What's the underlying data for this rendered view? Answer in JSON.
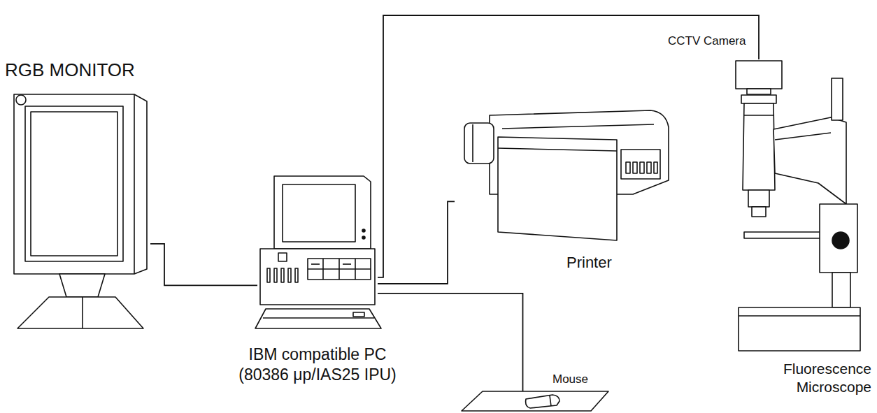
{
  "diagram": {
    "nodes": [
      {
        "text": [
          "RGB MONITOR"
        ]
      },
      {
        "text": [
          "IBM compatible PC (80386 μp/IAS25 IPU)"
        ]
      },
      {
        "text": [
          "Printer"
        ]
      },
      {
        "text": [
          "Mouse"
        ]
      },
      {
        "text": [
          "CCTV Camera"
        ]
      },
      {
        "text": [
          "Fluorescence Microscope"
        ]
      }
    ],
    "edges": [
      {
        "from": 0,
        "to": 1,
        "arrow": "none"
      },
      {
        "from": 1,
        "to": 2,
        "arrow": "none"
      },
      {
        "from": 1,
        "to": 3,
        "arrow": "none"
      },
      {
        "from": 1,
        "to": 4,
        "arrow": "none"
      }
    ]
  }
}
